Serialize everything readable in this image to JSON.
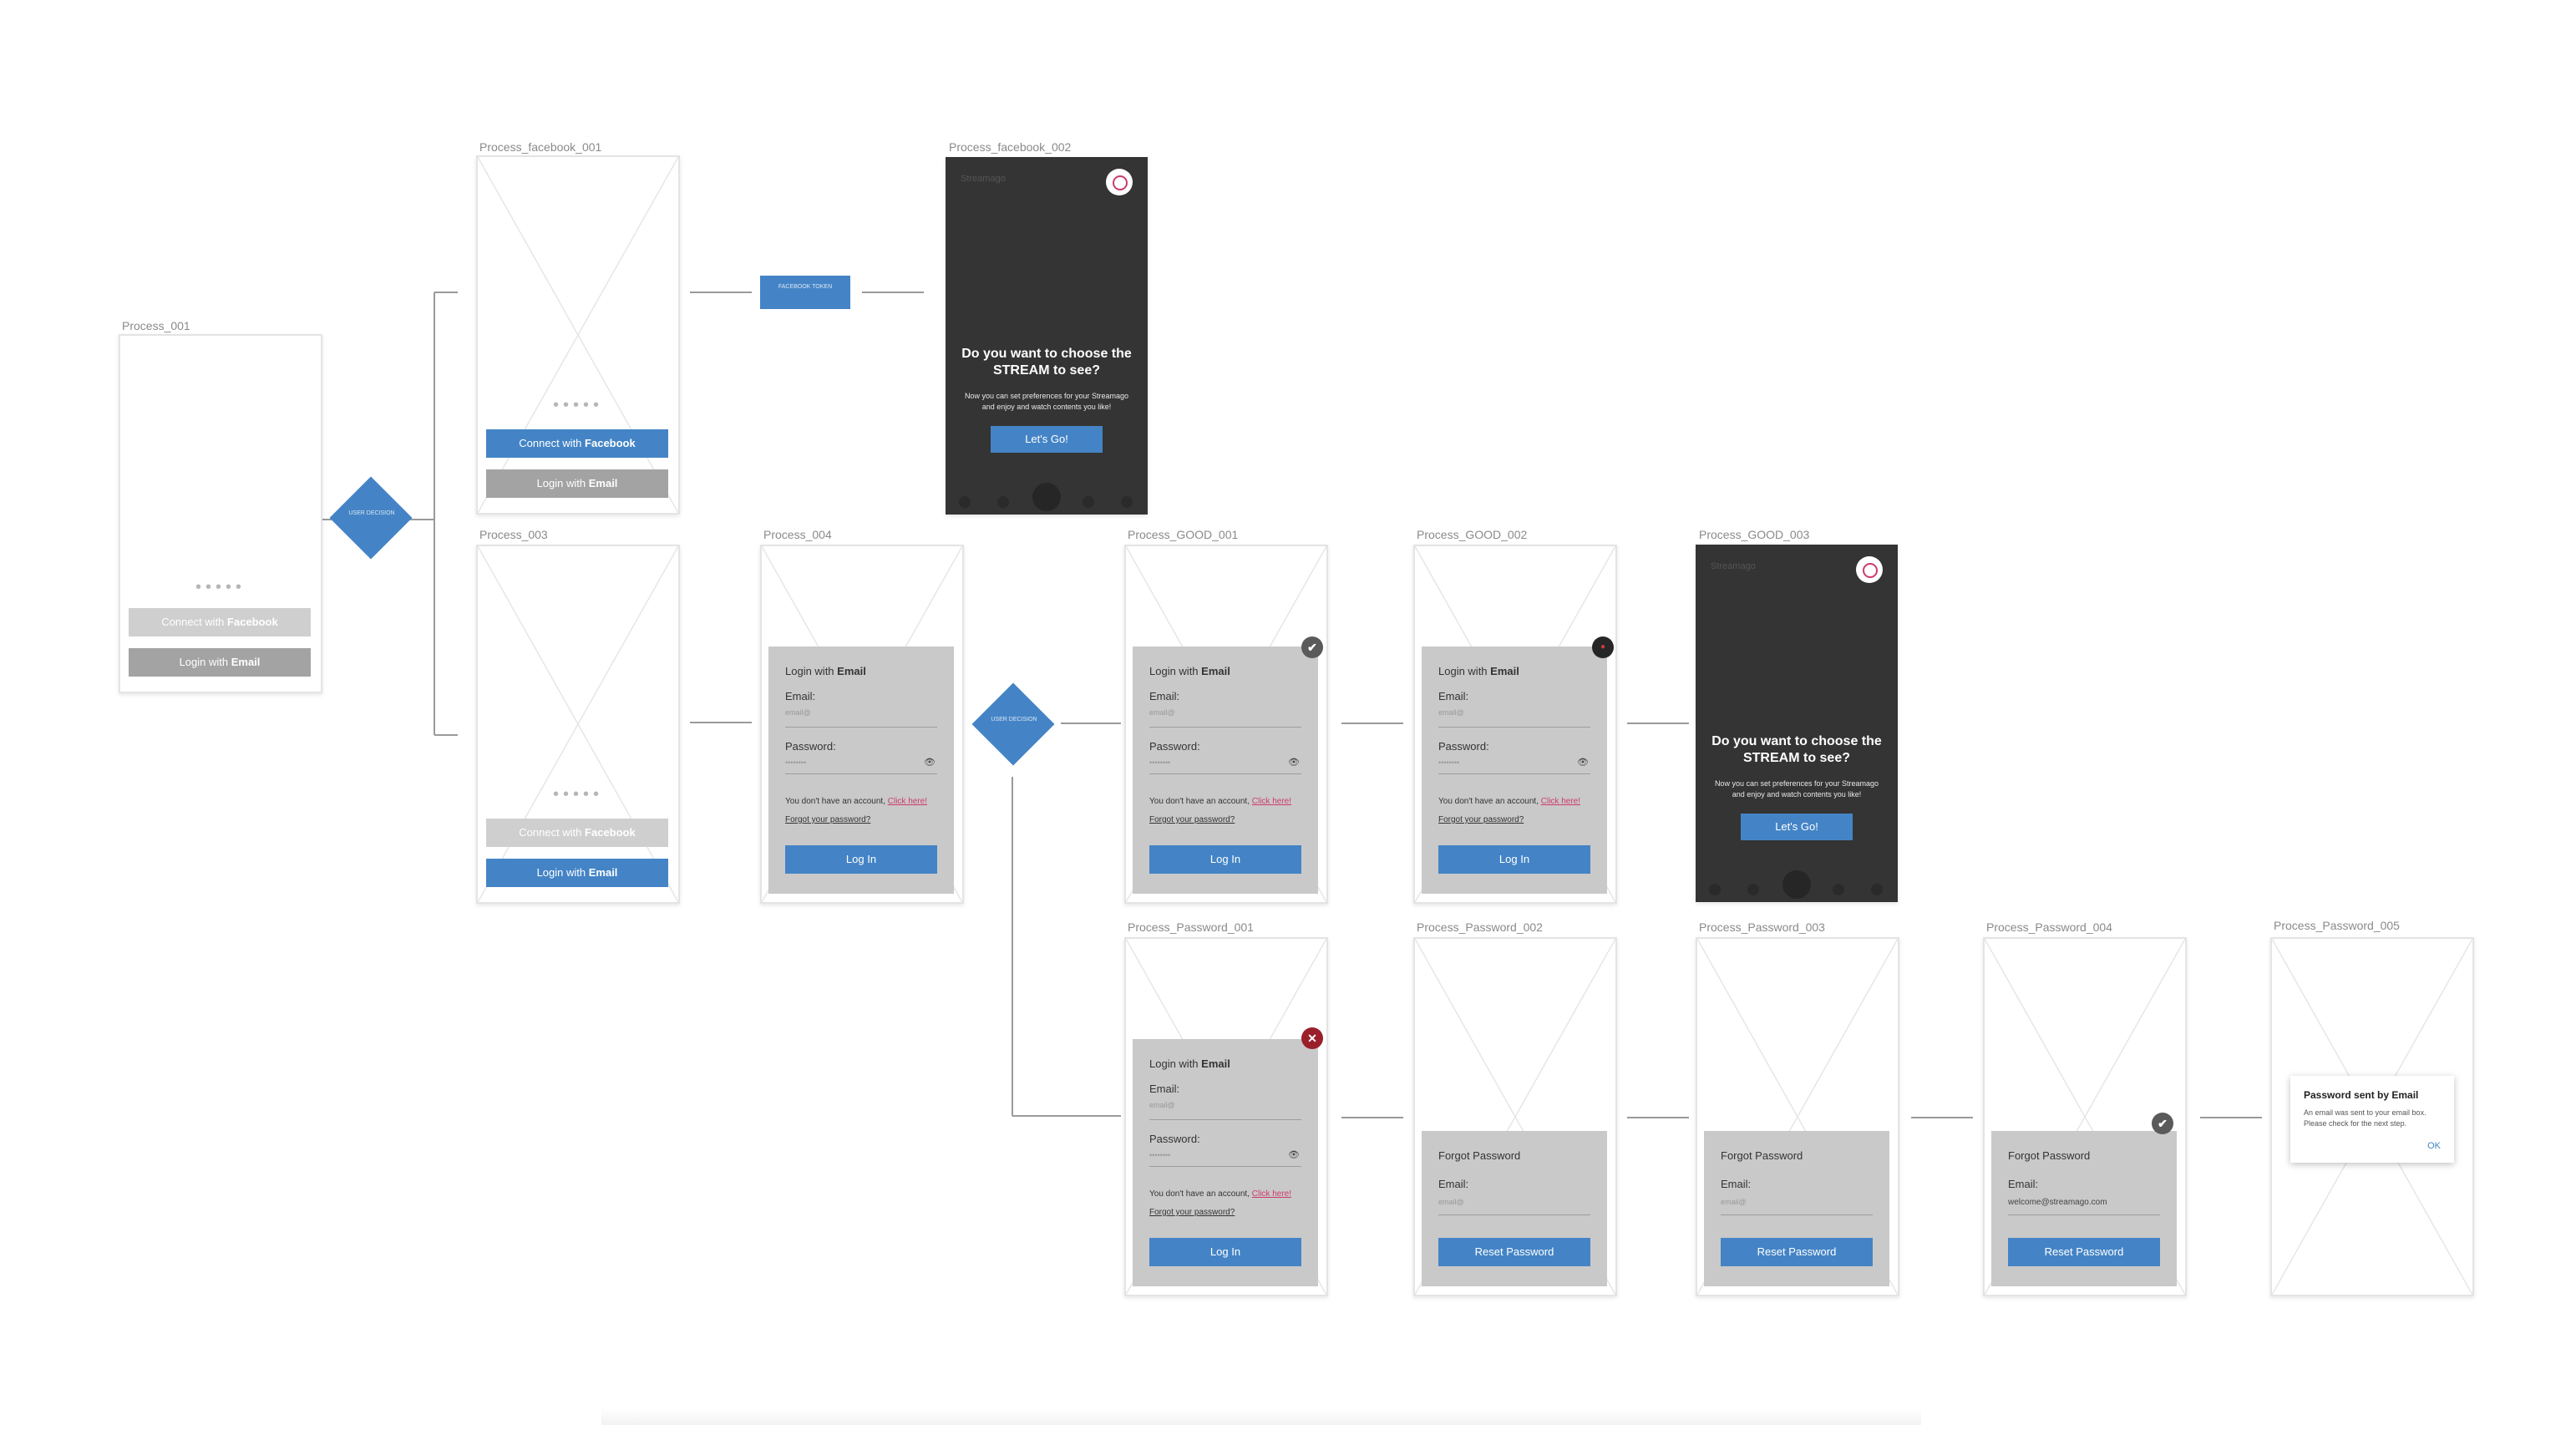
{
  "frames": {
    "process_001": {
      "title": "Process_001",
      "dots": "•••••",
      "facebook_prefix": "Connect with",
      "facebook_bold": "Facebook",
      "email_prefix": "Login with",
      "email_bold": "Email"
    },
    "process_facebook_001": {
      "title": "Process_facebook_001",
      "dots": "•••••",
      "facebook_prefix": "Connect with",
      "facebook_bold": "Facebook",
      "email_prefix": "Login with",
      "email_bold": "Email"
    },
    "process_facebook_002": {
      "title": "Process_facebook_002",
      "brand": "Streamago",
      "question": "Do you want to choose the STREAM to see?",
      "subtitle": "Now you can set preferences for your Streamago and enjoy and watch contents you like!",
      "cta": "Let's Go!"
    },
    "process_003": {
      "title": "Process_003",
      "dots": "•••••",
      "facebook_prefix": "Connect with",
      "facebook_bold": "Facebook",
      "email_prefix": "Login with",
      "email_bold": "Email"
    },
    "process_004": {
      "title": "Process_004"
    },
    "process_good_001": {
      "title": "Process_GOOD_001",
      "badge": "✔"
    },
    "process_good_002": {
      "title": "Process_GOOD_002",
      "badge": "●"
    },
    "process_good_003": {
      "title": "Process_GOOD_003",
      "brand": "Streamago",
      "question": "Do you want to choose the STREAM to see?",
      "subtitle": "Now you can set preferences for your Streamago and enjoy and watch contents you like!",
      "cta": "Let's Go!"
    },
    "process_password_001": {
      "title": "Process_Password_001",
      "badge": "✕"
    },
    "process_password_002": {
      "title": "Process_Password_002"
    },
    "process_password_003": {
      "title": "Process_Password_003"
    },
    "process_password_004": {
      "title": "Process_Password_004",
      "email_value": "welcome@streamago.com",
      "badge": "✔"
    },
    "process_password_005": {
      "title": "Process_Password_005",
      "modal_title": "Password sent by Email",
      "modal_body": "An email was sent to your email box. Please check for the next step.",
      "modal_ok": "OK"
    }
  },
  "login_form": {
    "title_prefix": "Login with",
    "title_bold": "Email",
    "email_label": "Email:",
    "email_placeholder": "email@",
    "password_label": "Password:",
    "password_placeholder": "••••••••",
    "eye": "👁",
    "no_account": "You don't have an account,",
    "click_here": "Click here!",
    "forgot": "Forgot your password?",
    "login_button": "Log In"
  },
  "forgot_form": {
    "title": "Forgot Password",
    "email_label": "Email:",
    "email_placeholder": "email@",
    "reset_button": "Reset Password"
  },
  "decisions": {
    "d1": "USER DECISION",
    "d2": "USER DECISION"
  },
  "token": "FACEBOOK TOKEN",
  "colors": {
    "accent": "#4484c6",
    "dark": "#343434",
    "panel": "#c9c9c9",
    "success": "#5a5a5a",
    "error": "#9a1f2a",
    "link": "#cc3b6c"
  }
}
